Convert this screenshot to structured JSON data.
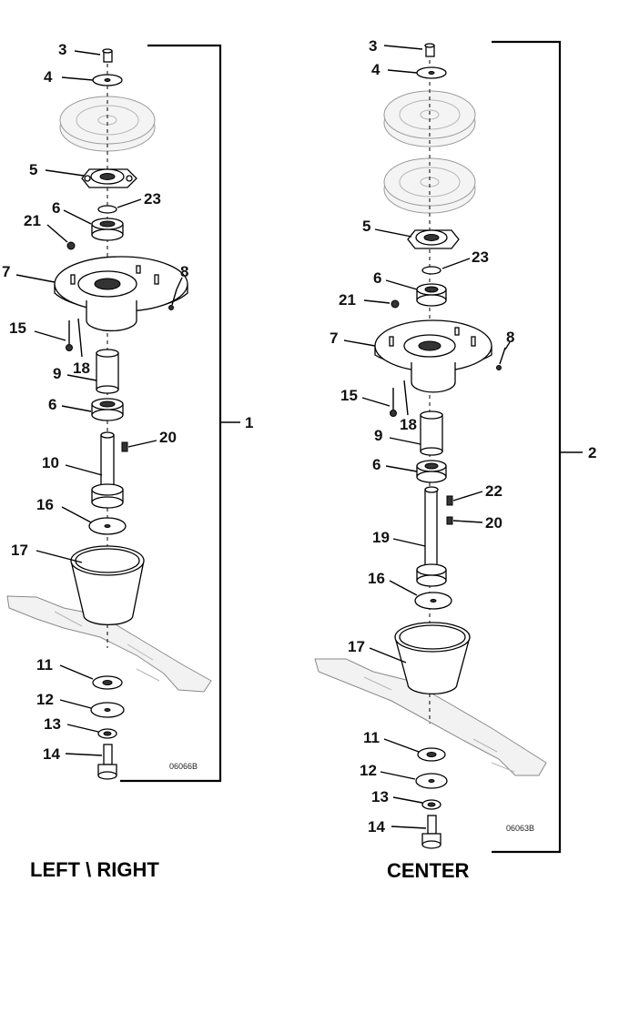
{
  "left_assembly": {
    "caption": "LEFT \\ RIGHT",
    "drawing_code": "06066B",
    "assembly_number": "1",
    "callouts": [
      "3",
      "4",
      "5",
      "23",
      "21",
      "6",
      "7",
      "8",
      "15",
      "18",
      "9",
      "6",
      "20",
      "10",
      "16",
      "17",
      "11",
      "12",
      "13",
      "14"
    ]
  },
  "center_assembly": {
    "caption": "CENTER",
    "drawing_code": "06063B",
    "assembly_number": "2",
    "callouts": [
      "3",
      "4",
      "5",
      "23",
      "6",
      "21",
      "7",
      "8",
      "15",
      "18",
      "9",
      "6",
      "22",
      "20",
      "19",
      "16",
      "17",
      "11",
      "12",
      "13",
      "14"
    ]
  }
}
